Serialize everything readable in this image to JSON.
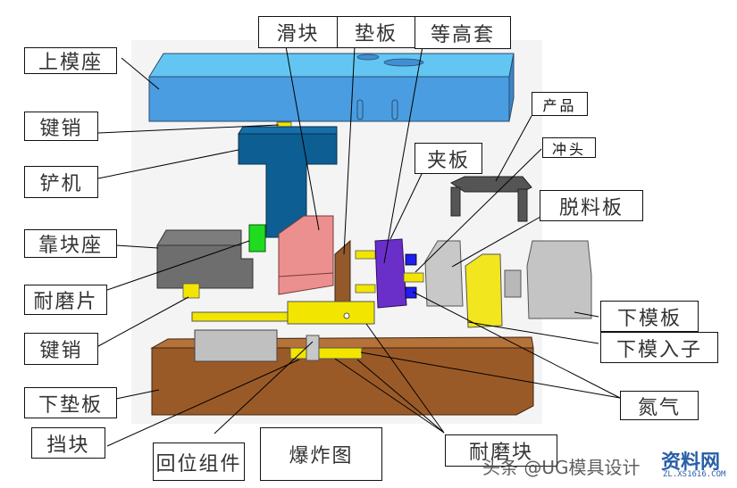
{
  "diagram": {
    "title": "爆炸图",
    "colors": {
      "upper_die_base": "#4a9de0",
      "upper_die_top": "#63c6f2",
      "shovel": "#0d5f93",
      "key_pin": "#f2e600",
      "backing_block": "#6e6e6e",
      "wear_plate": "#1fdc1f",
      "slider": "#ec8f8f",
      "backing_plate": "#93592a",
      "clamp_plate": "#6a2fc9",
      "punch": "#1e1ef0",
      "stripper": "#c8c8c8",
      "product": "#555555",
      "lower_insert": "#f2e61e",
      "lower_die_plate": "#b8b8b8",
      "lower_backing_plate": "#9a5a27",
      "canvas_bg": "#f4f4f4"
    },
    "labels": {
      "upper_die_base": "上模座",
      "key_pin_top": "键销",
      "shovel": "铲机",
      "backing_block_seat": "靠块座",
      "wear_plate": "耐磨片",
      "key_pin_bottom": "键销",
      "lower_backing_plate": "下垫板",
      "stop_block": "挡块",
      "return_assembly": "回位组件",
      "exploded_view": "爆炸图",
      "wear_block": "耐磨块",
      "slider": "滑块",
      "backing_plate": "垫板",
      "equal_height_sleeve": "等高套",
      "clamp_plate": "夹板",
      "product": "产品",
      "punch": "冲头",
      "stripper_plate": "脱料板",
      "lower_die_plate": "下模板",
      "lower_die_insert": "下模入子",
      "nitrogen": "氮气"
    }
  },
  "watermark": {
    "text": "头条 @UG模具设计",
    "site": "资料网",
    "url": "ZL.XS1616.COM"
  }
}
